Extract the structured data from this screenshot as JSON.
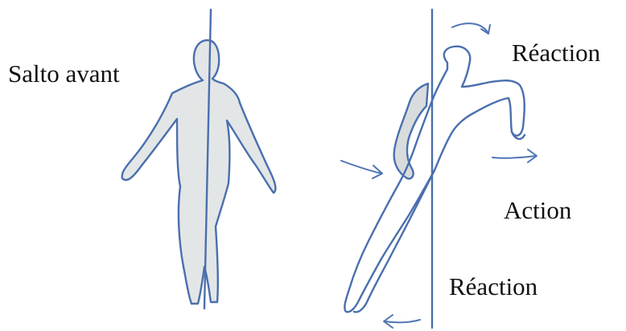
{
  "labels": {
    "title": "Salto avant",
    "reaction_top": "Réaction",
    "action": "Action",
    "reaction_bottom": "Réaction"
  },
  "colors": {
    "ink": "#4a6fae",
    "body_fill": "#e3e6e6",
    "text": "#111111",
    "background": "#ffffff"
  }
}
